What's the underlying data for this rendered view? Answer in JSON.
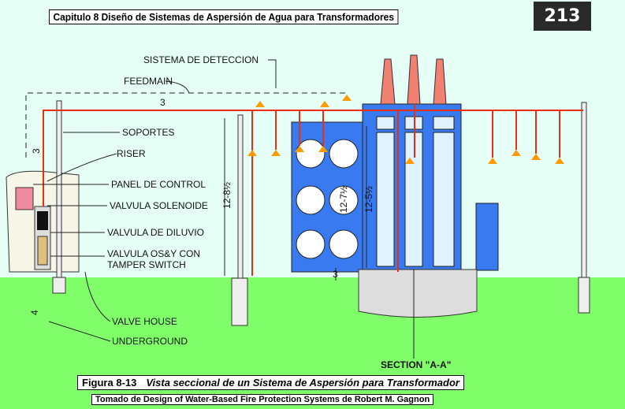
{
  "header": {
    "chapter_title": "Capitulo 8 Diseño de Sistemas de Aspersión de Agua para Transformadores",
    "page_number": "213"
  },
  "labels": {
    "detection_system": "SISTEMA DE DETECCION",
    "feedmain": "FEEDMAIN",
    "pipe_size": "3",
    "supports": "SOPORTES",
    "riser": "RISER",
    "control_panel": "PANEL DE CONTROL",
    "solenoid_valve": "VALVULA SOLENOIDE",
    "deluge_valve": "VALVULA DE DILUVIO",
    "osy_valve_1": "VALVULA OS&Y CON",
    "osy_valve_2": "TAMPER SWITCH",
    "valve_house": "VALVE HOUSE",
    "underground": "UNDERGROUND",
    "section": "SECTION \"A-A\"",
    "dim_support": "12-8½",
    "dim_radiator": "12-7½",
    "dim_tank": "12-5½",
    "dim_base": "3",
    "dim_riser": "3",
    "dim_underground": "4"
  },
  "caption": {
    "figure_number": "Figura 8-13",
    "figure_title": "Vista seccional de un Sistema de Aspersión para Transformador",
    "source": "Tomado de Design of Water-Based Fire Protection Systems de Robert M. Gagnon"
  },
  "colors": {
    "sky": "#e6fff6",
    "ground": "#80ff6a",
    "pipe": "#e83010",
    "radiator": "#3a7af0",
    "tank": "#c8e0ff",
    "bushing": "#f08070",
    "nozzle": "#ff9a00"
  }
}
